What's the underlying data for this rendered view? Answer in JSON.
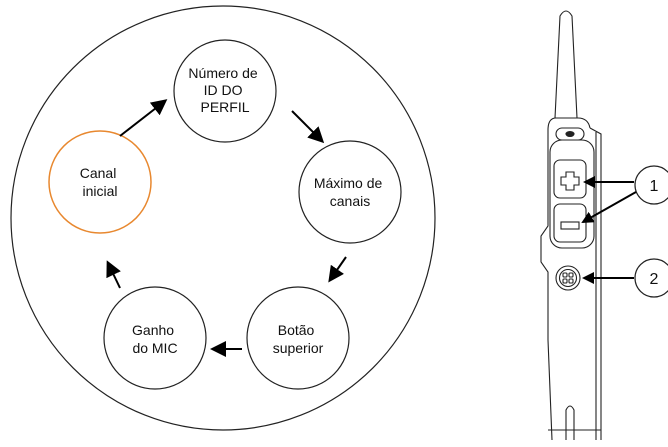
{
  "cycle": {
    "nodes": [
      {
        "lines": [
          "Número de",
          "ID DO",
          "PERFIL"
        ]
      },
      {
        "lines": [
          "Máximo de",
          "canais"
        ]
      },
      {
        "lines": [
          "Botão",
          "superior"
        ]
      },
      {
        "lines": [
          "Ganho",
          "do MIC"
        ]
      },
      {
        "lines": [
          "Canal",
          "inicial"
        ]
      }
    ],
    "highlight_color": "#e8882f"
  },
  "callouts": {
    "c1": "1",
    "c2": "2"
  },
  "icons": {
    "plus": "plus-icon",
    "minus": "minus-icon",
    "grid": "grid-button-icon"
  }
}
